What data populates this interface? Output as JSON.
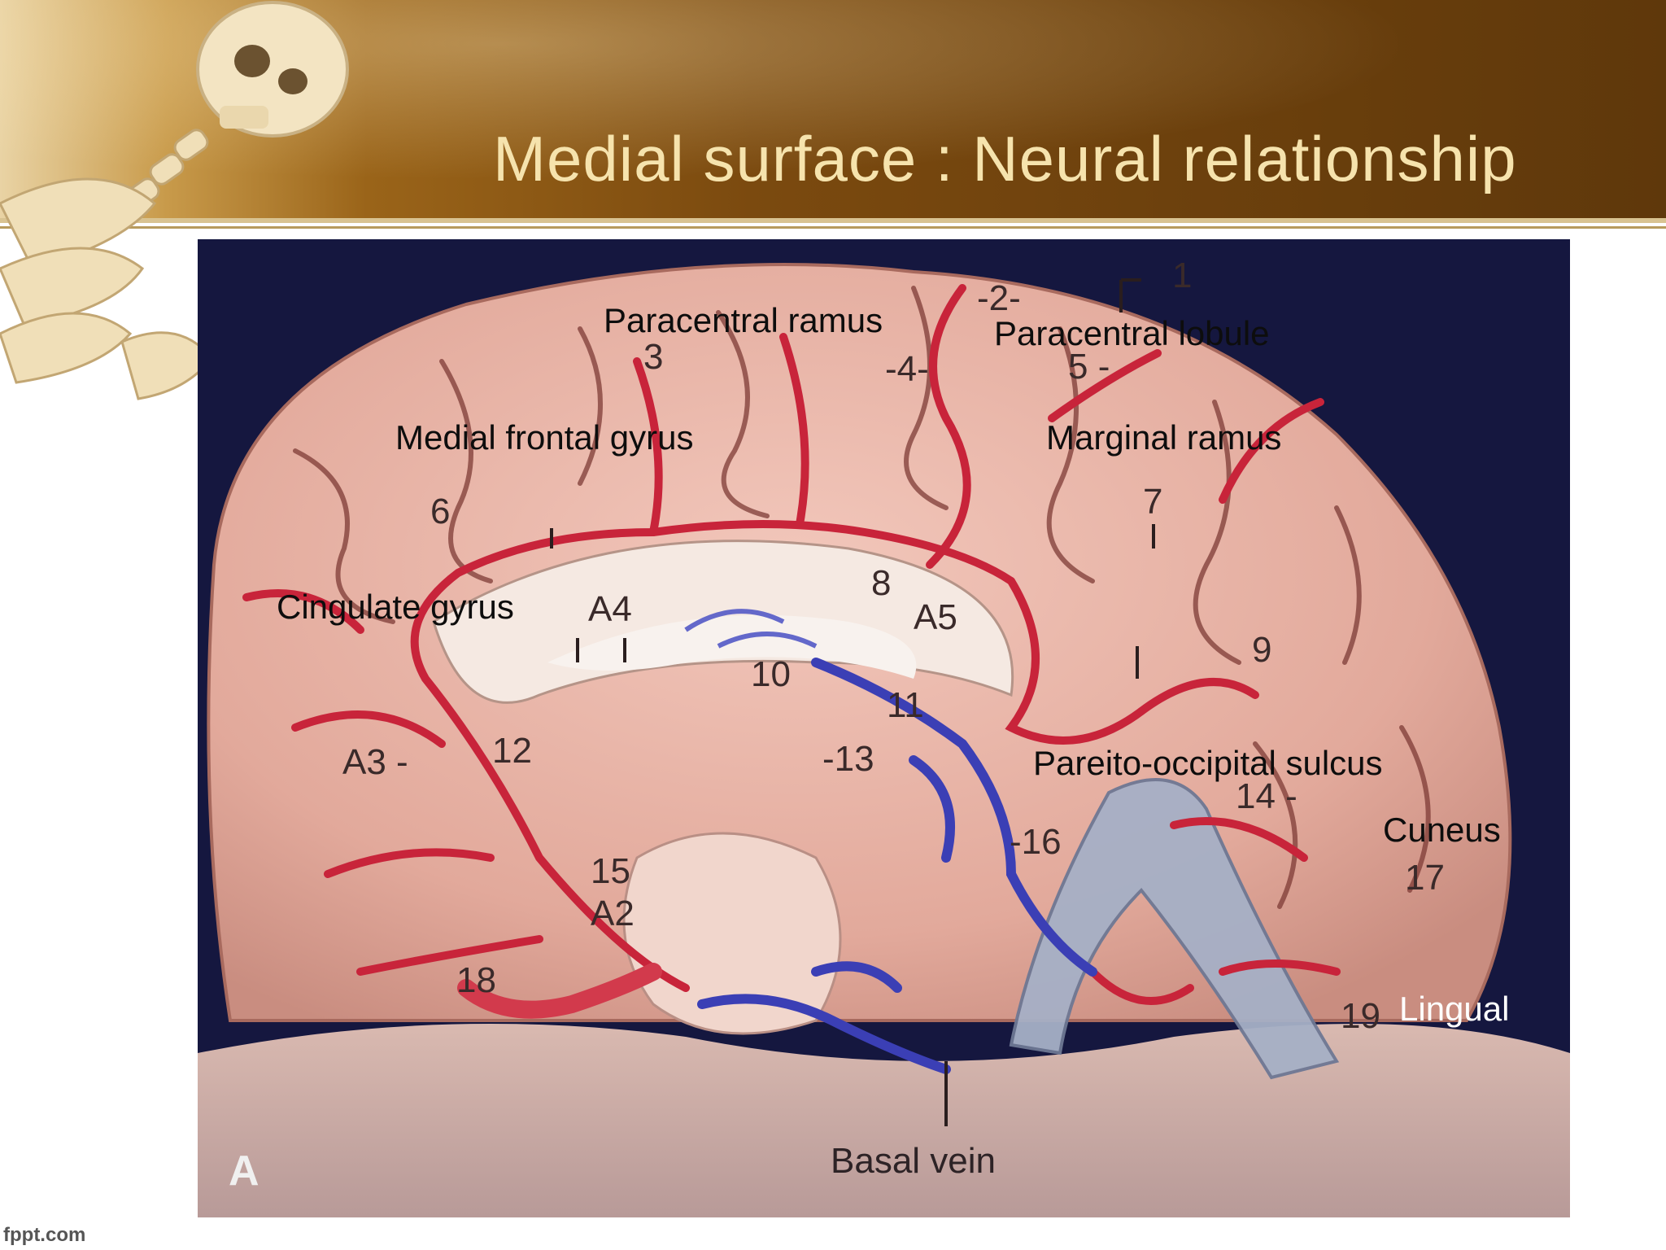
{
  "slide": {
    "title": "Medial surface : Neural relationship",
    "footer": "fppt.com"
  },
  "labels": {
    "paracentral_ramus": "Paracentral ramus",
    "paracentral_lobule": "Paracentral lobule",
    "medial_frontal_gyrus": "Medial frontal gyrus",
    "marginal_ramus": "Marginal ramus",
    "cingulate_gyrus": "Cingulate gyrus",
    "pareito_occipital_sulcus": "Pareito-occipital sulcus",
    "cuneus": "Cuneus",
    "lingual": "Lingual",
    "basal_vein": "Basal vein",
    "panel_letter": "A"
  },
  "numbers": {
    "n1": "1",
    "n2": "-2-",
    "n3": "3",
    "n4": "-4-",
    "n5": "5 -",
    "n6": "6",
    "n7": "7",
    "n8": "8",
    "n9": "9",
    "n10": "10",
    "n11": "11",
    "n12": "12",
    "n13": "-13",
    "n14": "14 -",
    "n15": "15",
    "n16": "-16",
    "n17": "17",
    "n18": "18",
    "n19": "19",
    "a2": "A2",
    "a3": "A3 -",
    "a4": "A4",
    "a5": "A5"
  },
  "colors": {
    "header_brown": "#7b4a0f",
    "title_text": "#f6e3ad",
    "photo_background": "#15173f",
    "brain_tissue": "#e7b3a6",
    "artery_red": "#c8243a",
    "vein_blue": "#3b3fb5"
  }
}
